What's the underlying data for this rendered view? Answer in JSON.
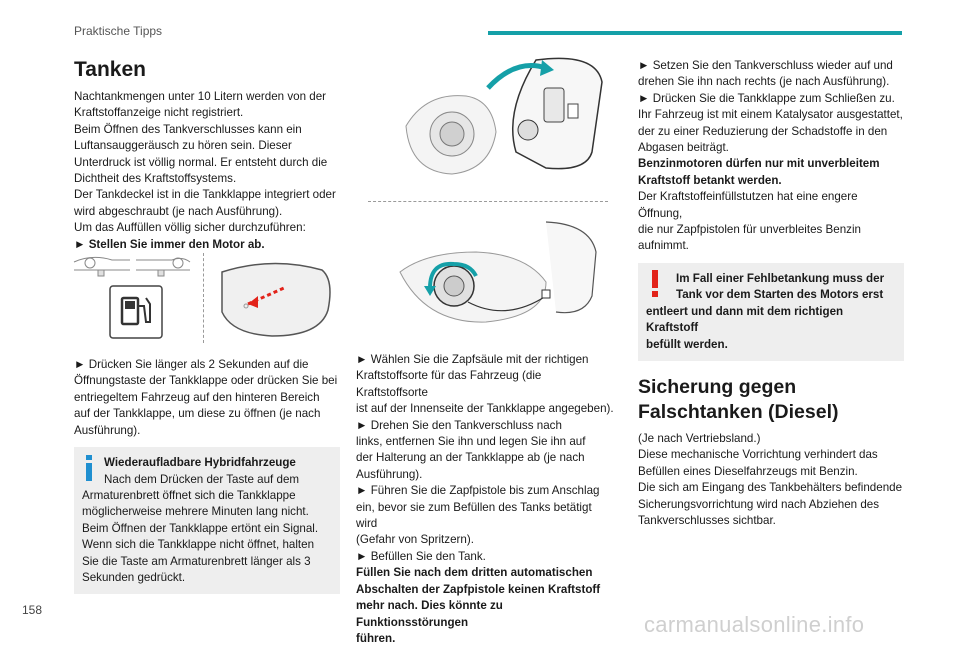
{
  "header": {
    "section": "Praktische Tipps",
    "page_number": "158"
  },
  "watermark": "carmanualsonline.info",
  "col1": {
    "title": "Tanken",
    "intro": [
      "Nachtankmengen unter 10 Litern werden von der",
      "Kraftstoffanzeige nicht registriert.",
      "Beim Öffnen des Tankverschlusses kann ein",
      "Luftansauggeräusch zu hören sein. Dieser",
      "Unterdruck ist völlig normal. Er entsteht durch die",
      "Dichtheit des Kraftstoffsystems.",
      "Der Tankdeckel ist in die Tankklappe integriert oder",
      "wird abgeschraubt (je nach Ausführung).",
      "Um das Auffüllen völlig sicher durchzuführen:"
    ],
    "step_engine": "► Stellen Sie immer den Motor ab.",
    "step_press": [
      "► Drücken Sie länger als 2 Sekunden auf die",
      "Öffnungstaste der Tankklappe oder drücken Sie bei",
      "entriegeltem Fahrzeug auf den hinteren Bereich",
      "auf der Tankklappe, um diese zu öffnen (je nach",
      "Ausführung)."
    ],
    "note": {
      "heading": "Wiederaufladbare Hybridfahrzeuge",
      "lines": [
        "Nach dem Drücken der Taste auf dem",
        "Armaturenbrett öffnet sich die Tankklappe",
        "möglicherweise mehrere Minuten lang nicht.",
        "Beim Öffnen der Tankklappe ertönt ein Signal.",
        "Wenn sich die Tankklappe nicht öffnet, halten",
        "Sie die Taste am Armaturenbrett länger als 3",
        "Sekunden gedrückt."
      ]
    }
  },
  "col2": {
    "lines": [
      "► Wählen Sie die Zapfsäule mit der richtigen",
      "Kraftstoffsorte für das Fahrzeug (die Kraftstoffsorte",
      "ist auf der Innenseite der Tankklappe angegeben).",
      "► Drehen Sie den Tankverschluss nach",
      "links, entfernen Sie ihn und legen Sie ihn auf",
      "der Halterung an der Tankklappe ab (je nach",
      "Ausführung).",
      "► Führen Sie die Zapfpistole bis zum Anschlag",
      "ein, bevor sie zum Befüllen des Tanks betätigt wird",
      "(Gefahr von Spritzern).",
      "► Befüllen Sie den Tank."
    ],
    "bold_lines": [
      "Füllen Sie nach dem dritten automatischen",
      "Abschalten der Zapfpistole keinen Kraftstoff",
      "mehr nach. Dies könnte zu Funktionsstörungen",
      "führen."
    ]
  },
  "col3": {
    "lines": [
      "► Setzen Sie den Tankverschluss wieder auf und",
      "drehen Sie ihn nach rechts (je nach Ausführung).",
      "► Drücken Sie die Tankklappe zum Schließen zu.",
      "Ihr Fahrzeug ist mit einem Katalysator ausgestattet,",
      "der zu einer Reduzierung der Schadstoffe in den",
      "Abgasen beiträgt."
    ],
    "bold_lines": [
      "Benzinmotoren dürfen nur mit unverbleitem",
      "Kraftstoff betankt werden."
    ],
    "lines2": [
      "Der Kraftstoffeinfüllstutzen hat eine engere Öffnung,",
      "die nur Zapfpistolen für unverbleites Benzin",
      "aufnimmt."
    ],
    "warning": [
      "Im Fall einer Fehlbetankung muss der",
      "Tank vor dem Starten des Motors erst",
      "entleert und dann mit dem richtigen Kraftstoff",
      "befüllt werden."
    ],
    "section2_title_line1": "Sicherung gegen",
    "section2_title_line2": "Falschtanken (Diesel)",
    "section2_lines": [
      "(Je nach Vertriebsland.)",
      "Diese mechanische Vorrichtung verhindert das",
      "Befüllen eines Dieselfahrzeugs mit Benzin.",
      "Die sich am Eingang des Tankbehälters befindende",
      "Sicherungsvorrichtung wird nach Abziehen des",
      "Tankverschlusses sichtbar."
    ]
  },
  "colors": {
    "accent": "#15a0a8",
    "warning": "#e2231a",
    "info": "#1f8fd0",
    "box_bg": "#eeeeee"
  },
  "icons": [
    "fuel-pump-icon",
    "info-icon",
    "warning-icon",
    "arrow-icon"
  ]
}
